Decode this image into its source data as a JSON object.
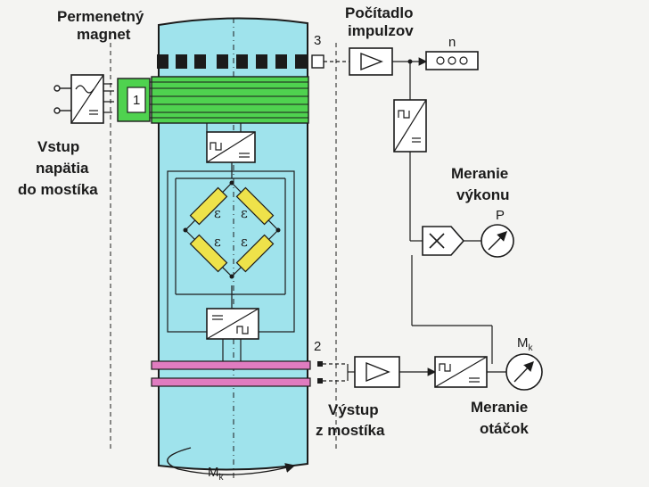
{
  "labels": {
    "magnet_line1": "Permenetný",
    "magnet_line2": "magnet",
    "counter_line1": "Počítadlo",
    "counter_line2": "impulzov",
    "input_line1": "Vstup",
    "input_line2": "napätia",
    "input_line3": "do mostíka",
    "power_line1": "Meranie",
    "power_line2": "výkonu",
    "output_line1": "Výstup",
    "output_line2": "z mostíka",
    "speed_line1": "Meranie",
    "speed_line2": "otáčok"
  },
  "markers": {
    "coil_1": "1",
    "pickup_3": "3",
    "pickup_2": "2",
    "counter_n": "n",
    "power_p": "P",
    "torque_main": "M",
    "torque_sub": "k",
    "strain": "ε"
  },
  "colors": {
    "shaft": "#9fe3ec",
    "coil": "#4fd24f",
    "rings": "#e07cc0",
    "gauge": "#eee24a",
    "line": "#1b1b1b",
    "background": "#f4f4f2"
  }
}
